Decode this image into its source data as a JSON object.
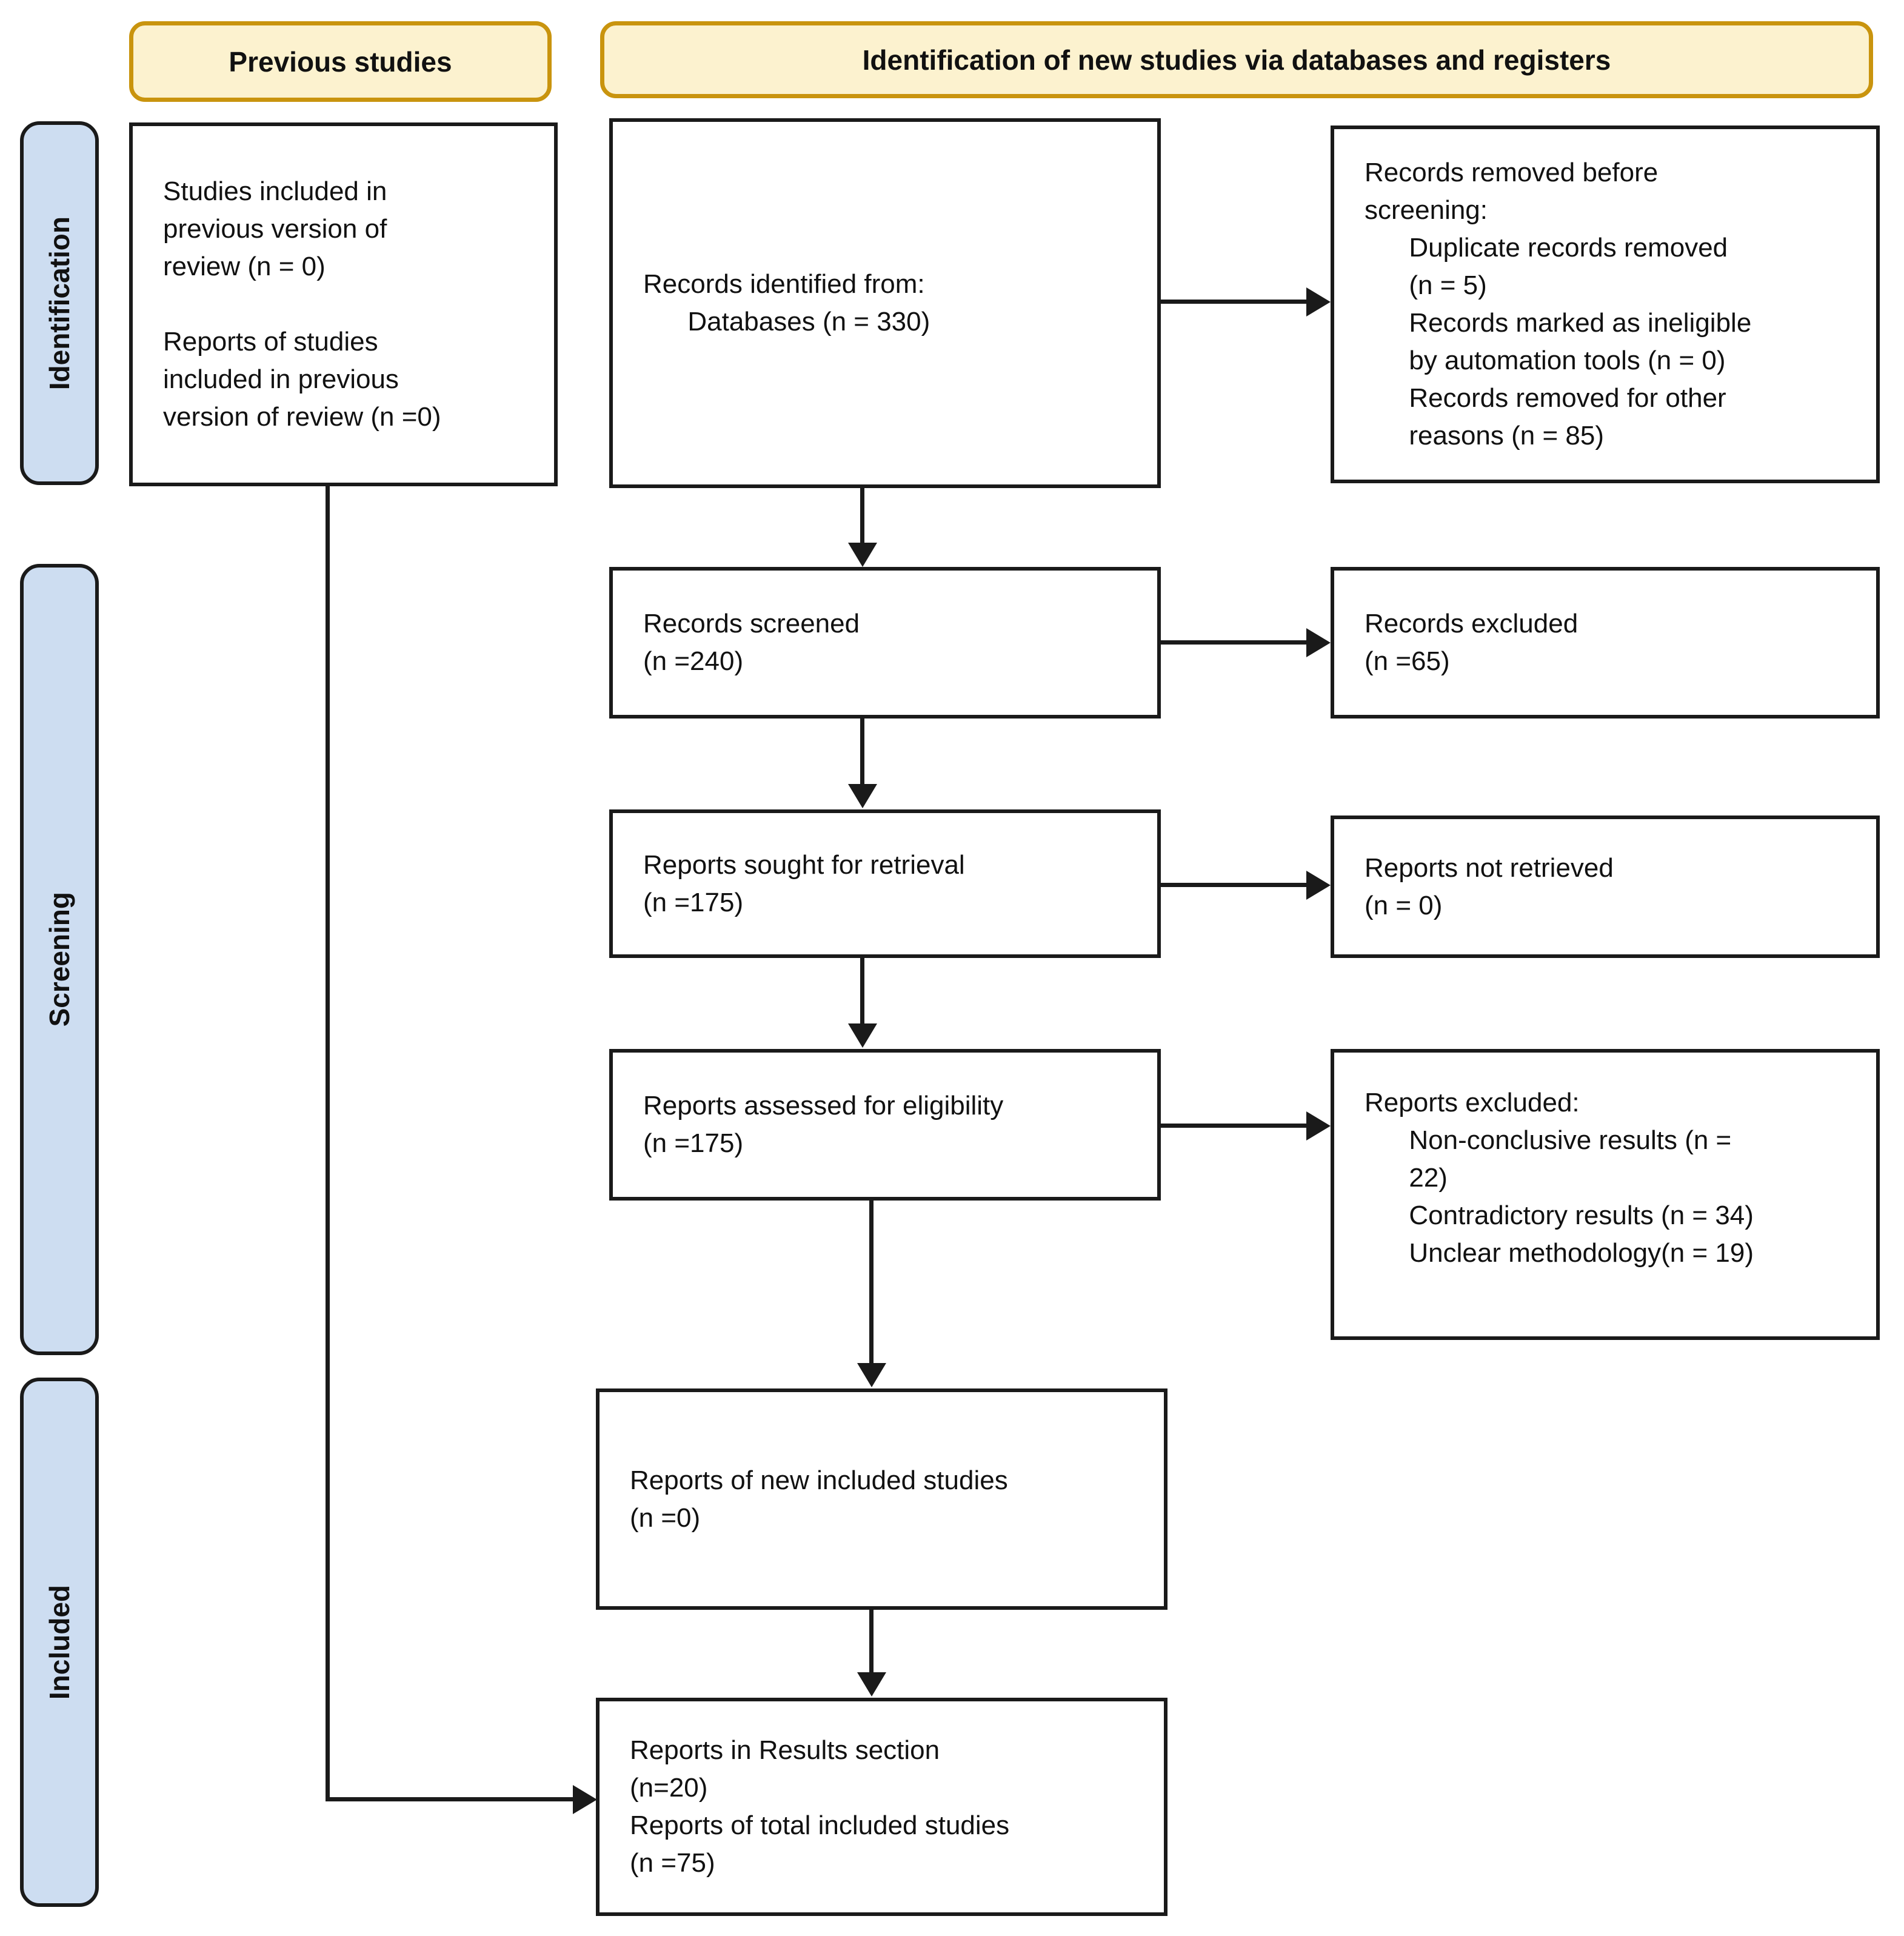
{
  "headers": {
    "previous_studies": "Previous studies",
    "identification_new": "Identification of new studies via databases and registers"
  },
  "sidebar": {
    "identification": "Identification",
    "screening": "Screening",
    "included": "Included"
  },
  "boxes": {
    "previous_review": "Studies included in\nprevious version of\nreview (n = 0)\n\nReports of studies\nincluded in previous\nversion of review (n =0)",
    "records_identified": "Records identified from:\n      Databases (n = 330)",
    "records_removed": "Records removed before\nscreening:\n      Duplicate records removed\n      (n = 5)\n      Records marked as ineligible\n      by automation tools (n = 0)\n      Records removed for other\n      reasons (n = 85)",
    "records_screened": "Records screened\n(n =240)",
    "records_excluded": "Records excluded\n(n =65)",
    "reports_sought": "Reports sought for retrieval\n(n =175)",
    "reports_not_retrieved": "Reports not retrieved\n(n = 0)",
    "reports_assessed": "Reports assessed for eligibility\n(n =175)",
    "reports_excluded": "Reports excluded:\n      Non-conclusive results (n =\n      22)\n      Contradictory results (n = 34)\n      Unclear methodology(n = 19)",
    "new_included": "Reports of new included studies\n(n =0)",
    "final_included": "Reports in Results section\n(n=20)\nReports of total included studies\n(n =75)"
  },
  "colors": {
    "header_fill": "#FCF2CF",
    "header_border": "#C9940E",
    "sidebar_fill": "#CDDDF1",
    "box_border": "#1A1A1A"
  }
}
